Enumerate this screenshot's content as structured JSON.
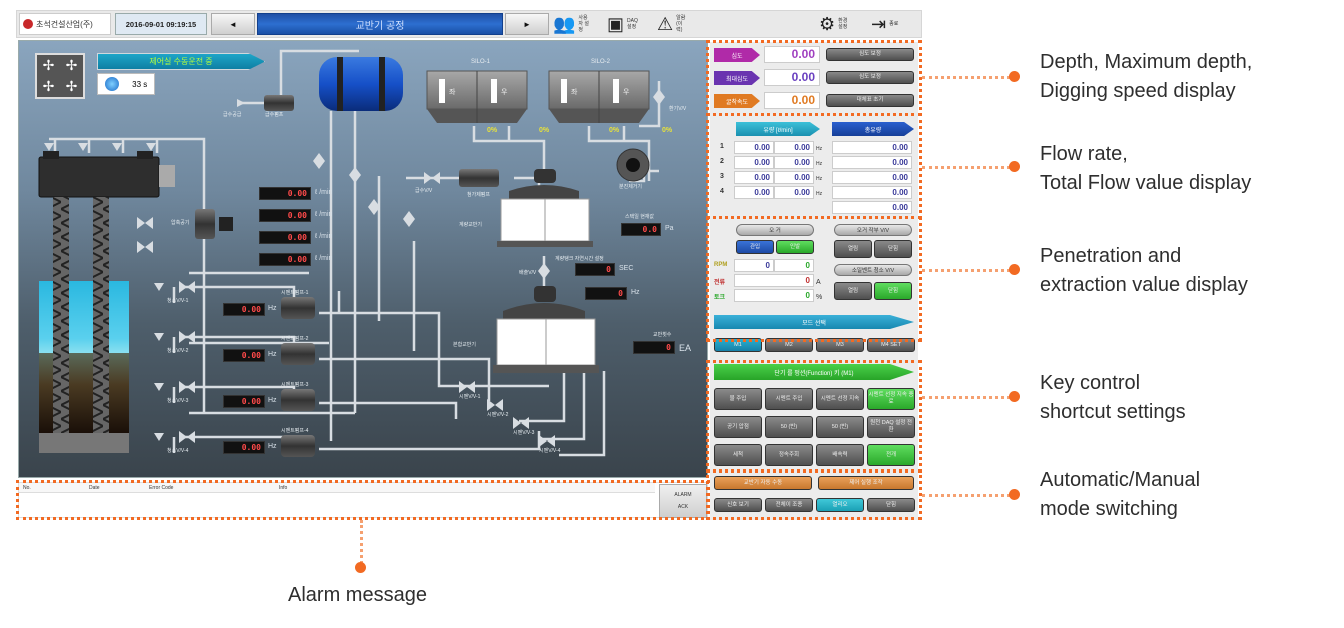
{
  "topbar": {
    "company": "초석건설산업(주)",
    "datetime": "2016-09-01 09:19:15",
    "prev_label": "◄",
    "next_label": "►",
    "screen_title": "교반기 공정",
    "icons": [
      {
        "name": "user-settings-icon",
        "glyph": "👥",
        "label": "사용자 설정"
      },
      {
        "name": "window-icon",
        "glyph": "▣",
        "label": "DAQ 설정"
      },
      {
        "name": "alarm-icon",
        "glyph": "⚠",
        "label": "알람 (이력)"
      },
      {
        "name": "gear-icon",
        "glyph": "⚙",
        "label": "환경 설정"
      },
      {
        "name": "exit-icon",
        "glyph": "⇥",
        "label": "종료"
      }
    ]
  },
  "diagram": {
    "status_banner": "제어실 수동운전 중",
    "timer_value": "33 s",
    "silos": [
      {
        "label": "SILO-1",
        "cells": [
          {
            "name": "좌",
            "pct": "0%"
          },
          {
            "name": "우",
            "pct": "0%"
          }
        ]
      },
      {
        "label": "SILO-2",
        "cells": [
          {
            "name": "좌",
            "pct": "0%"
          },
          {
            "name": "우",
            "pct": "0%"
          }
        ]
      }
    ],
    "flow_meters": [
      {
        "index": "1",
        "value": "0.00",
        "unit": "ℓ /min"
      },
      {
        "index": "2",
        "value": "0.00",
        "unit": "ℓ /min"
      },
      {
        "index": "3",
        "value": "0.00",
        "unit": "ℓ /min"
      },
      {
        "index": "4",
        "value": "0.00",
        "unit": "ℓ /min"
      }
    ],
    "pumps": [
      {
        "label": "시멘트펌프-1",
        "value": "0.00",
        "unit": "Hz",
        "valve": "청소V/V-1",
        "outlet_valve": "시멘V/V-1"
      },
      {
        "label": "시멘트펌프-2",
        "value": "0.00",
        "unit": "Hz",
        "valve": "청소V/V-2",
        "outlet_valve": "시멘V/V-2"
      },
      {
        "label": "시멘트펌프-3",
        "value": "0.00",
        "unit": "Hz",
        "valve": "청소V/V-3",
        "outlet_valve": "시멘V/V-3"
      },
      {
        "label": "시멘트펌프-4",
        "value": "0.00",
        "unit": "Hz",
        "valve": "청소V/V-4",
        "outlet_valve": "시멘V/V-4"
      }
    ],
    "readouts": {
      "static_pressure": {
        "label": "스택일 현재값",
        "value": "0.0",
        "unit": "Pa"
      },
      "timer_set": {
        "label": "계량탱크 자연시간 설정",
        "value": "0",
        "unit": "SEC"
      },
      "mixer_hz": {
        "value": "0",
        "unit": "Hz"
      },
      "mixer_count": {
        "label": "교반횟수",
        "value": "0",
        "unit": "EA"
      }
    },
    "labels": {
      "water_supply": "급수공급",
      "water_pump": "급수펌프",
      "metering_mixer": "계량교반기",
      "main_mixer": "본합교반기",
      "dust_collector": "분진제거기",
      "feed_valve": "급수V/V",
      "additive_pump": "첨가제펌프",
      "compressor": "압축공기",
      "discharge_valve": "배출V/V",
      "vent_valve": "환기V/V"
    }
  },
  "right_panel": {
    "depth": [
      {
        "label": "심도",
        "value": "0.00",
        "color": "#b02aa8",
        "button": "심도 보정"
      },
      {
        "label": "최대심도",
        "value": "0.00",
        "color": "#6a34b0",
        "button": "심도 보정"
      },
      {
        "label": "굴착속도",
        "value": "0.00",
        "color": "#e07a22",
        "button": "대체표 초기"
      }
    ],
    "flow": {
      "header_rate": "유량 [ℓ/min]",
      "header_total": "총유량",
      "unit": "Hz",
      "rows": [
        {
          "index": "1",
          "rate": "0.00",
          "hz": "0.00",
          "total": "0.00"
        },
        {
          "index": "2",
          "rate": "0.00",
          "hz": "0.00",
          "total": "0.00"
        },
        {
          "index": "3",
          "rate": "0.00",
          "hz": "0.00",
          "total": "0.00"
        },
        {
          "index": "4",
          "rate": "0.00",
          "hz": "0.00",
          "total": "0.00"
        }
      ],
      "grand_total": "0.00"
    },
    "penetration": {
      "pill_main": "오 거",
      "btn_in": "관입",
      "btn_out": "인발",
      "rows": [
        {
          "label": "RPM",
          "v1": "0",
          "v2": "0",
          "unit": ""
        },
        {
          "label": "전류",
          "v1": "",
          "v2": "0",
          "unit": "A"
        },
        {
          "label": "토크",
          "v1": "",
          "v2": "0",
          "unit": "%"
        }
      ],
      "pill_valve1": "오거 작부 V/V",
      "v1_open": "열림",
      "v1_close": "닫힘",
      "pill_valve2": "소일벤트 청소 V/V",
      "v2_open": "열림",
      "v2_close": "닫힘"
    },
    "mode_strip": "모드 선택",
    "mode_tabs": [
      {
        "label": "M1",
        "active": true
      },
      {
        "label": "M2",
        "active": false
      },
      {
        "label": "M3",
        "active": false
      },
      {
        "label": "M4 SET",
        "active": false
      }
    ],
    "function_header": "단기 를 펑션(Function) 키 (M1)",
    "function_keys": [
      {
        "label": "물 주입",
        "style": "gray"
      },
      {
        "label": "시멘트 주입",
        "style": "gray"
      },
      {
        "label": "시멘트 선정 지속",
        "style": "gray"
      },
      {
        "label": "시멘트 선정 지속 종료",
        "style": "green"
      },
      {
        "label": "공기 압점",
        "style": "gray"
      },
      {
        "label": "50 (빈)",
        "style": "gray"
      },
      {
        "label": "50 (빈)",
        "style": "gray"
      },
      {
        "label": "원천 DAQ 설정 전환",
        "style": "gray"
      },
      {
        "label": "세척",
        "style": "gray"
      },
      {
        "label": "정속주회",
        "style": "gray"
      },
      {
        "label": "배속력",
        "style": "gray"
      },
      {
        "label": "전개",
        "style": "green"
      }
    ],
    "auto_manual": {
      "auto_label": "교반기 자동 수동",
      "manual_label": "제어 실행 조작",
      "bottom": [
        {
          "label": "신호 보기",
          "style": "gray"
        },
        {
          "label": "전체이 조종",
          "style": "gray"
        },
        {
          "label": "열리오",
          "style": "cyan"
        },
        {
          "label": "닫힘",
          "style": "gray"
        }
      ]
    }
  },
  "alarm": {
    "columns": [
      "No.",
      "Date",
      "Error Code",
      "Info"
    ],
    "rows": [],
    "alarm_button": "ALARM",
    "ack_button": "ACK"
  },
  "annotations": [
    {
      "id": "depth",
      "lines": [
        "Depth, Maximum depth,",
        "Digging speed display"
      ]
    },
    {
      "id": "flow",
      "lines": [
        "Flow rate,",
        "Total Flow value display"
      ]
    },
    {
      "id": "penetration",
      "lines": [
        "Penetration and",
        "extraction value display"
      ]
    },
    {
      "id": "keys",
      "lines": [
        "Key control",
        "shortcut settings"
      ]
    },
    {
      "id": "mode",
      "lines": [
        "Automatic/Manual",
        "mode switching"
      ]
    },
    {
      "id": "alarm",
      "lines": [
        "Alarm message"
      ]
    }
  ],
  "colors": {
    "annotation_orange": "#f26a22",
    "lcd_red": "#ff4a4a",
    "green_active": "#2aa82a",
    "title_blue": "#1f4fa5"
  }
}
